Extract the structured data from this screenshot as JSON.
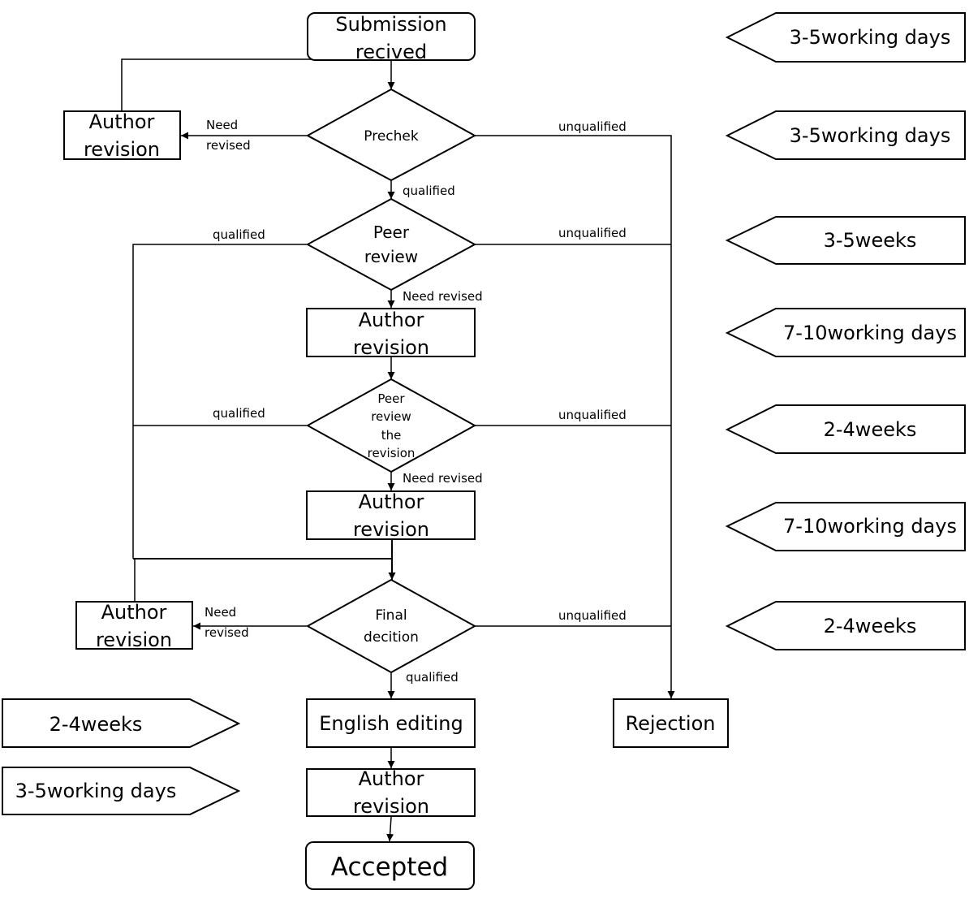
{
  "nodes": {
    "submission": [
      "Submission",
      "recived"
    ],
    "precheck": [
      "Prechek"
    ],
    "peer_review": [
      "Peer",
      "review"
    ],
    "author_revision_1": [
      "Author",
      "revision"
    ],
    "author_revision_2": [
      "Author",
      "revision"
    ],
    "peer_review_revision": [
      "Peer",
      "review",
      "the",
      "revision"
    ],
    "author_revision_3": [
      "Author",
      "revision"
    ],
    "final_decision": [
      "Final",
      "decition"
    ],
    "author_revision_4": [
      "Author",
      "revision"
    ],
    "english_editing": [
      "English editing"
    ],
    "author_revision_5": [
      "Author",
      "revision"
    ],
    "accepted": [
      "Accepted"
    ],
    "rejection": [
      "Rejection"
    ]
  },
  "edge_labels": {
    "need_revised": "Need",
    "need_revised_2": "revised",
    "need_revised_full": "Need revised",
    "qualified": "qualified",
    "unqualified": "unqualified"
  },
  "durations_right": [
    "3-5working days",
    "3-5working days",
    "3-5weeks",
    "7-10working days",
    "2-4weeks",
    "7-10working days",
    "2-4weeks"
  ],
  "durations_left": [
    "2-4weeks",
    "3-5working days"
  ]
}
